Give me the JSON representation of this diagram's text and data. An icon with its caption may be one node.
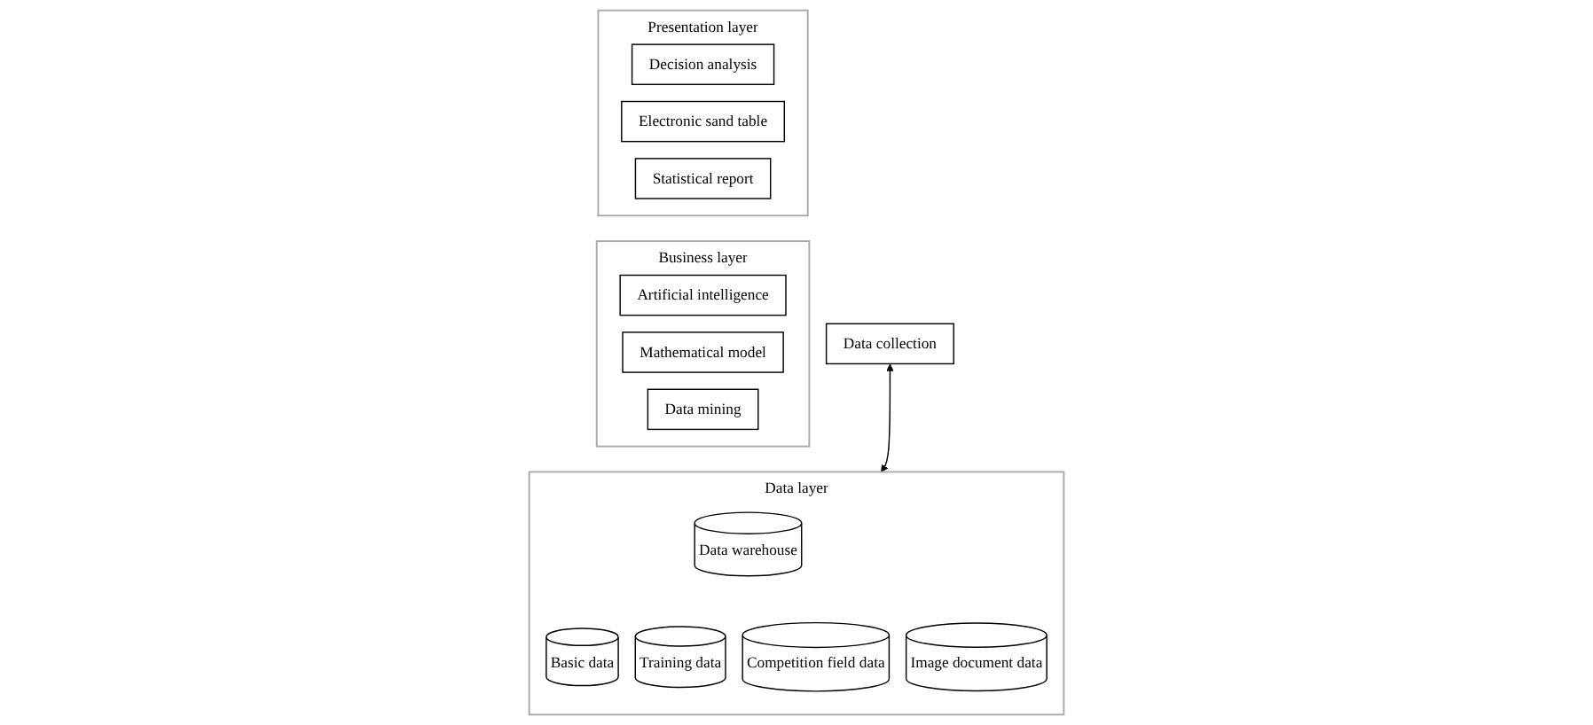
{
  "diagram": {
    "nodes": [
      {
        "text": [
          "Presentation layer"
        ]
      },
      {
        "text": [
          "Decision analysis"
        ],
        "in": 0
      },
      {
        "text": [
          "Electronic sand table"
        ],
        "in": 0
      },
      {
        "text": [
          "Statistical report"
        ],
        "in": 0
      },
      {
        "text": [
          "Business layer"
        ]
      },
      {
        "text": [
          "Artificial intelligence"
        ],
        "in": 4
      },
      {
        "text": [
          "Mathematical model"
        ],
        "in": 4
      },
      {
        "text": [
          "Data mining"
        ],
        "in": 4
      },
      {
        "text": [
          "Data layer"
        ]
      },
      {
        "text": [
          "Data warehouse"
        ],
        "in": 8
      },
      {
        "text": [
          "Basic data"
        ],
        "in": 8
      },
      {
        "text": [
          "Training data"
        ],
        "in": 8
      },
      {
        "text": [
          "Competition field data"
        ],
        "in": 8
      },
      {
        "text": [
          "Image document data"
        ],
        "in": 8
      },
      {
        "text": [
          "Data collection"
        ]
      }
    ],
    "edges": [
      {
        "from": 14,
        "to": 8,
        "arrow": "both"
      }
    ]
  }
}
